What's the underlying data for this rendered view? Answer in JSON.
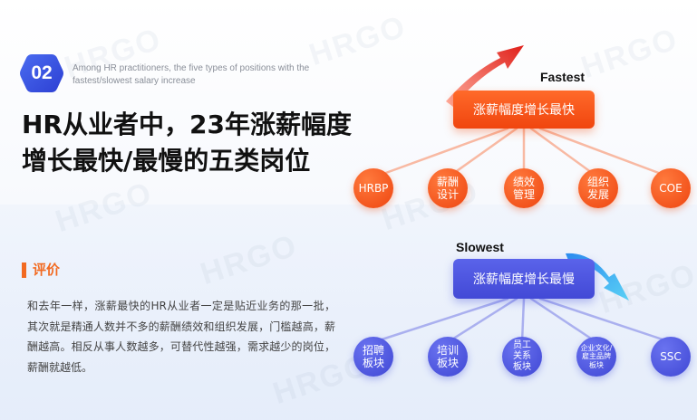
{
  "header": {
    "badge_number": "02",
    "subtitle": "Among HR practitioners, the five types of positions with the fastest/slowest salary increase",
    "title_line1": "HR从业者中，23年涨薪幅度",
    "title_line2": "增长最快/最慢的五类岗位"
  },
  "review": {
    "label": "评价",
    "text": "和去年一样，涨薪最快的HR从业者一定是贴近业务的那一批，其次就是精通人数并不多的薪酬绩效和组织发展，门槛越高，薪酬越高。相反从事人数越多，可替代性越强，需求越少的岗位，薪酬就越低。"
  },
  "fastest": {
    "tag": "Fastest",
    "box_label": "涨薪幅度增长最快",
    "positions": [
      "HRBP",
      "薪酬\n设计",
      "绩效\n管理",
      "组织\n发展",
      "COE"
    ]
  },
  "slowest": {
    "tag": "Slowest",
    "box_label": "涨薪幅度增长最慢",
    "positions": [
      "招聘\n板块",
      "培训\n板块",
      "员工\n关系\n板块",
      "企业文化/\n雇主品牌\n板块",
      "SSC"
    ]
  },
  "watermark": "HRGO",
  "colors": {
    "accent_orange": "#f26a21",
    "fast_red": "#f0450e",
    "slow_blue": "#4249d6",
    "badge_blue": "#3b56e6"
  }
}
